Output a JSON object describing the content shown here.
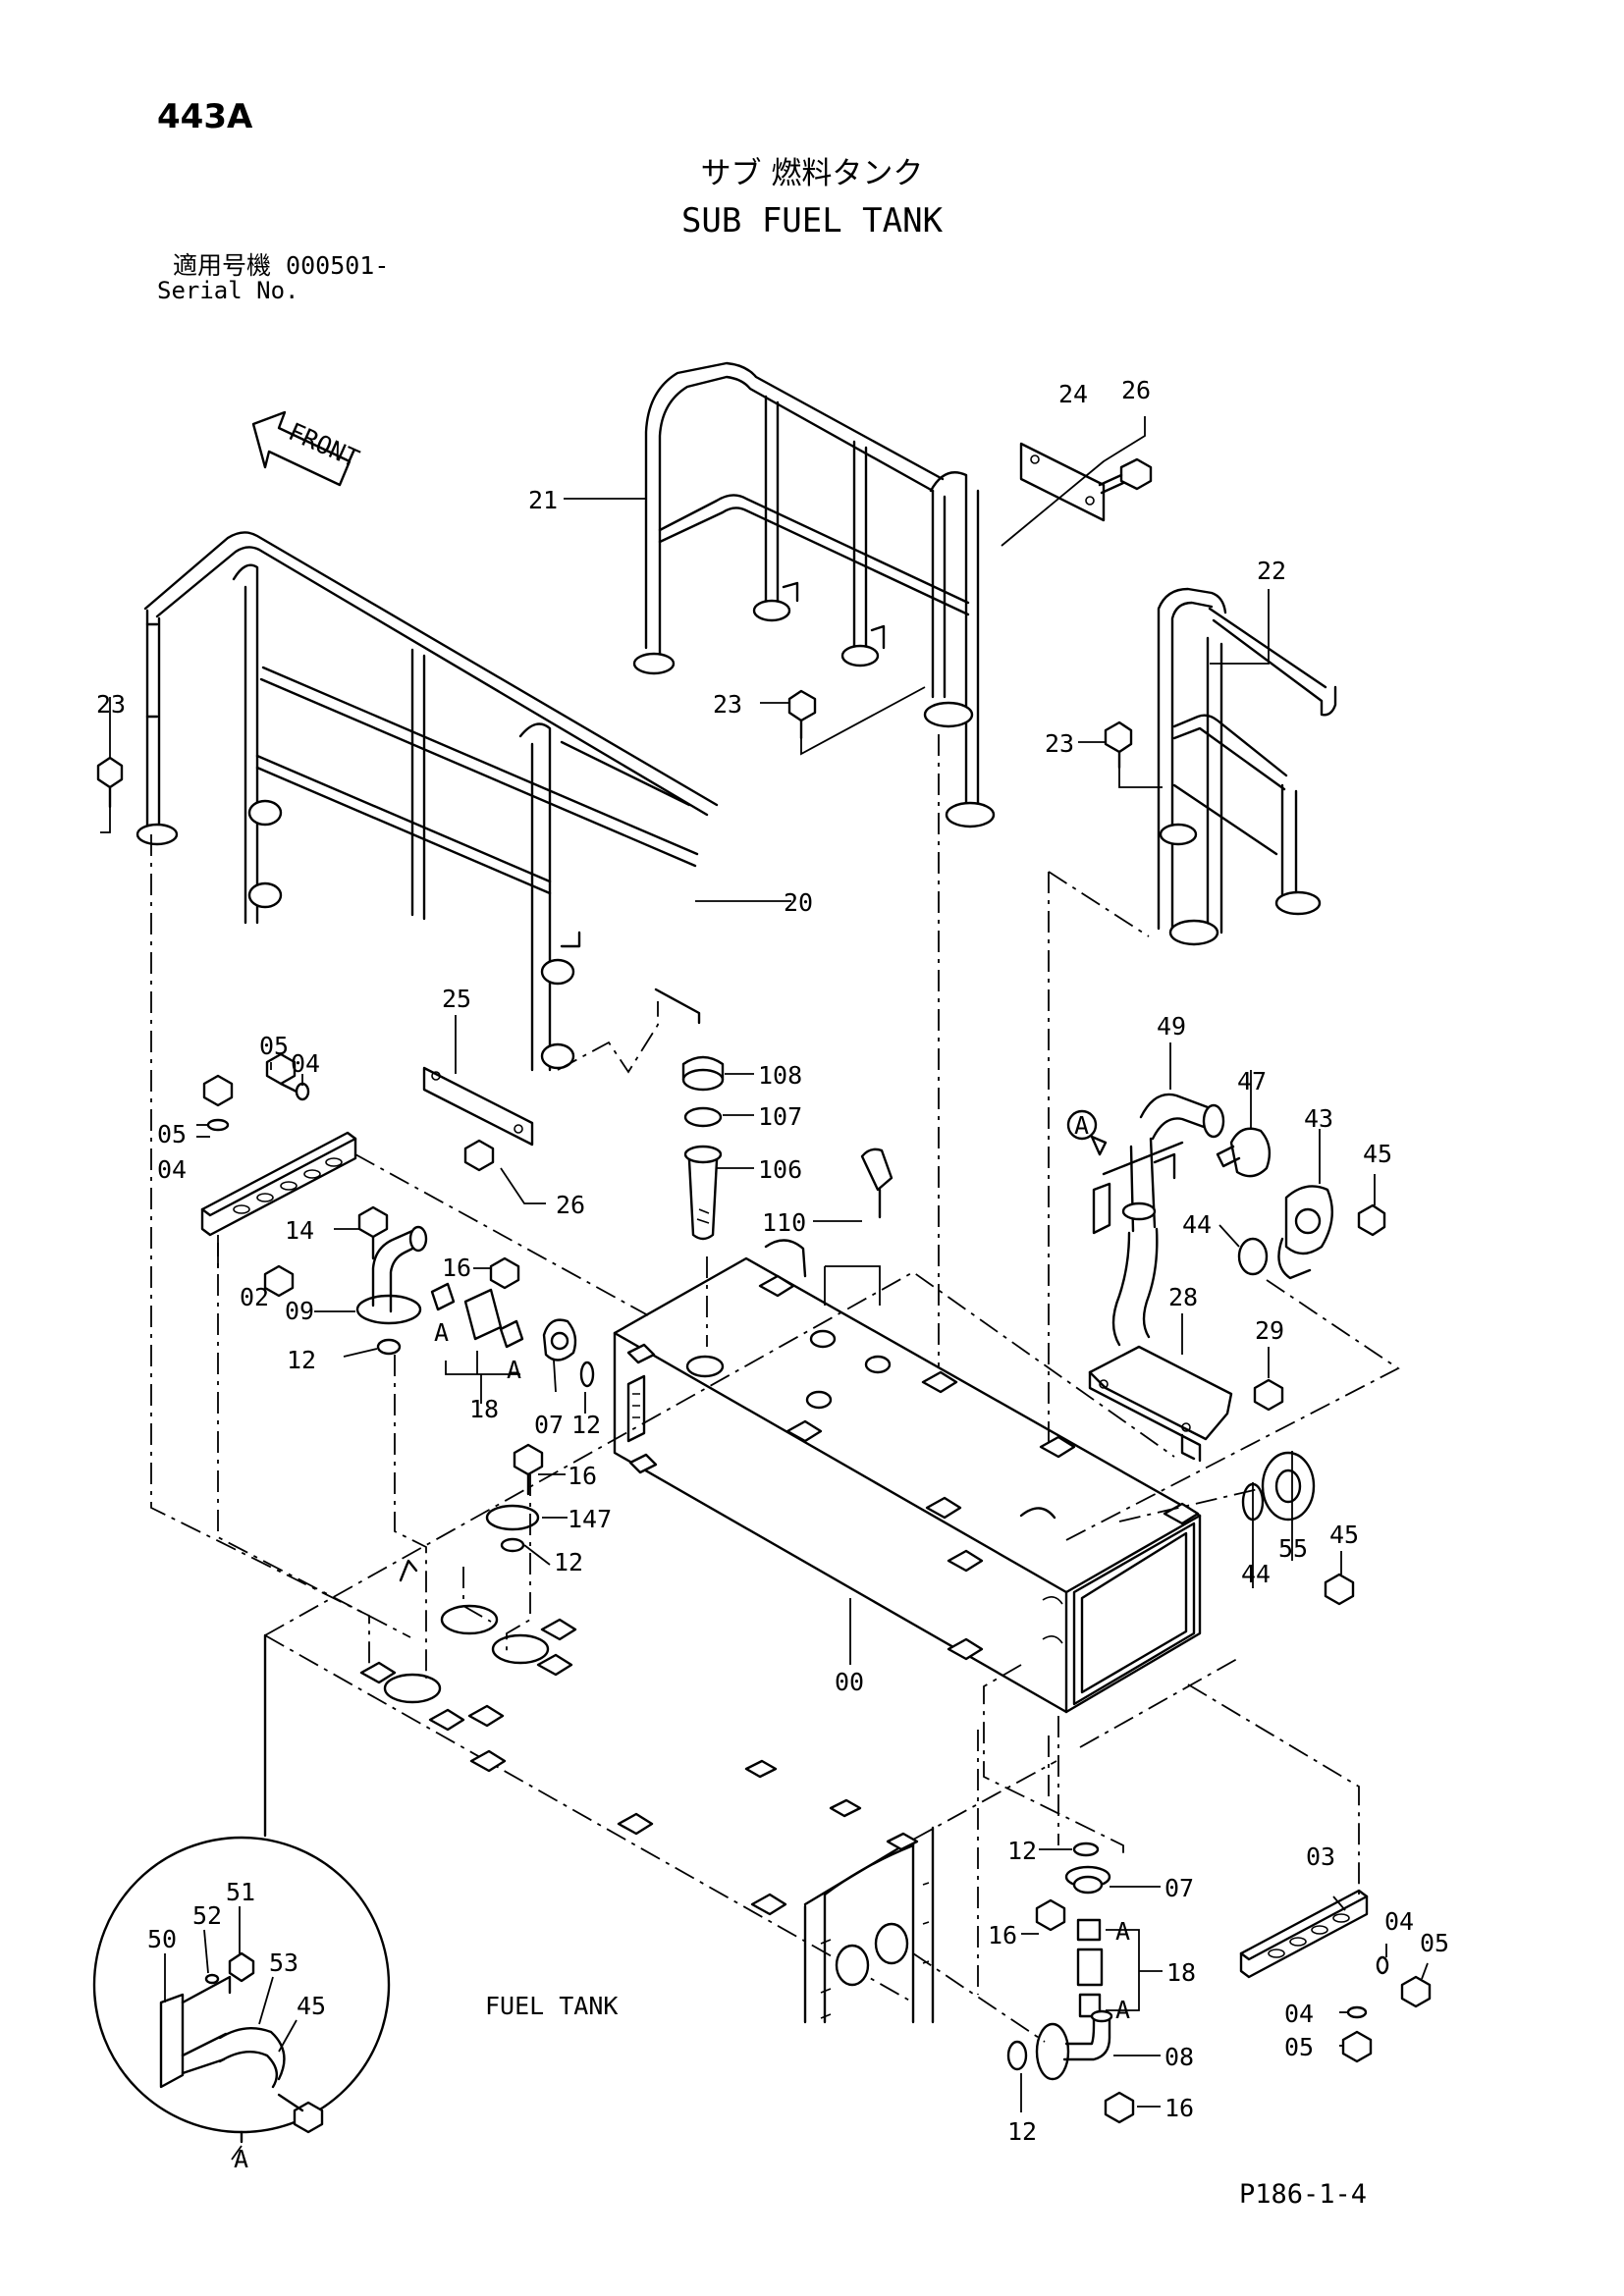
{
  "header": {
    "page_id": "443A",
    "title_jp": "サブ 燃料タンク",
    "title_en": "SUB FUEL TANK",
    "serial_label_jp": "適用号機 000501-",
    "serial_label_en": "Serial No."
  },
  "footer": {
    "page_ref": "P186-1-4"
  },
  "drawing": {
    "front_arrow_text": "FRONT",
    "fuel_tank_text": "FUEL TANK",
    "detail_marker": "A",
    "labels": [
      "24",
      "26",
      "21",
      "22",
      "23",
      "23",
      "23",
      "20",
      "25",
      "26",
      "108",
      "107",
      "106",
      "110",
      "49",
      "47",
      "43",
      "45",
      "44",
      "28",
      "29",
      "05",
      "04",
      "05",
      "04",
      "02",
      "14",
      "09",
      "16",
      "A",
      "A",
      "18",
      "07",
      "12",
      "12",
      "16",
      "147",
      "12",
      "00",
      "44",
      "55",
      "45",
      "12",
      "07",
      "16",
      "A",
      "18",
      "A",
      "08",
      "12",
      "16",
      "03",
      "04",
      "05",
      "04",
      "05",
      "50",
      "52",
      "51",
      "53",
      "45",
      "A"
    ]
  }
}
